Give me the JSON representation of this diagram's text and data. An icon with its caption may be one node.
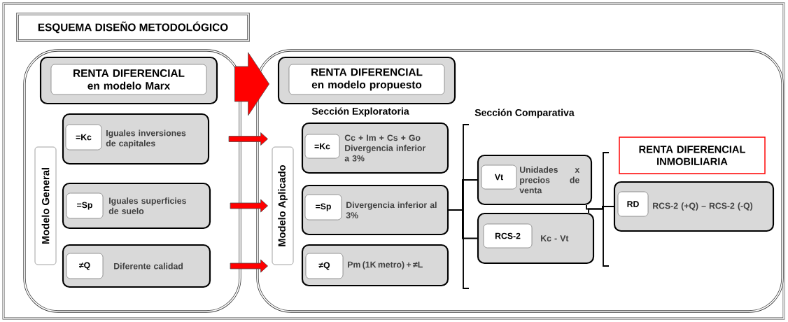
{
  "diagram": {
    "title": "ESQUEMA DISEÑO METODOLÓGICO",
    "nodes": [
      {
        "text": [],
        "shape": "box"
      },
      {
        "text": [
          "RENTA DIFERENCIAL en modelo Marx"
        ],
        "in": 0
      },
      {
        "text": [
          "Modelo General"
        ],
        "in": 0
      },
      {
        "text": [
          "=Kc",
          "Iguales inversiones de capitales"
        ],
        "in": 0
      },
      {
        "text": [
          "=Sp",
          "Iguales superficies de suelo"
        ],
        "in": 0
      },
      {
        "text": [
          "≠Q",
          "Diferente calidad"
        ],
        "in": 0
      },
      {
        "text": [],
        "shape": "box"
      },
      {
        "text": [
          "RENTA DIFERENCIAL en modelo propuesto"
        ],
        "in": 6
      },
      {
        "text": [
          "Modelo Aplicado"
        ],
        "in": 6
      },
      {
        "text": [
          "=Kc",
          "Cc + Im + Cs + Go Divergencia inferior a 3%"
        ],
        "in": 6
      },
      {
        "text": [
          "=Sp",
          "Divergencia inferior al 3%"
        ],
        "in": 6
      },
      {
        "text": [
          "≠Q",
          "Pm (1K metro) + ≠L"
        ],
        "in": 6
      },
      {
        "text": [
          "Vt",
          "Unidades x precios de venta"
        ],
        "in": 6
      },
      {
        "text": [
          "RCS-2",
          "Kc - Vt"
        ],
        "in": 6
      },
      {
        "text": [
          "RENTA DIFERENCIAL INMOBILIARIA"
        ],
        "in": 6
      },
      {
        "text": [
          "RD",
          "RCS-2 (+Q) – RCS-2 (-Q)"
        ],
        "in": 6
      }
    ],
    "edges": [
      {
        "from": 0,
        "to": 6,
        "arrow": "to",
        "style": "thick",
        "color": "#ff0000"
      },
      {
        "from": 3,
        "to": 6,
        "arrow": "to",
        "color": "#ff0000"
      },
      {
        "from": 4,
        "to": 6,
        "arrow": "to",
        "color": "#ff0000"
      },
      {
        "from": 5,
        "to": 6,
        "arrow": "to",
        "color": "#ff0000"
      },
      {
        "from": 10,
        "to": 12,
        "arrow": "none"
      },
      {
        "from": 10,
        "to": 13,
        "arrow": "none"
      },
      {
        "from": 12,
        "to": 15,
        "arrow": "none"
      },
      {
        "from": 13,
        "to": 15,
        "arrow": "none"
      }
    ],
    "labels": [
      "Sección Exploratoria",
      "Sección Comparativa"
    ]
  }
}
